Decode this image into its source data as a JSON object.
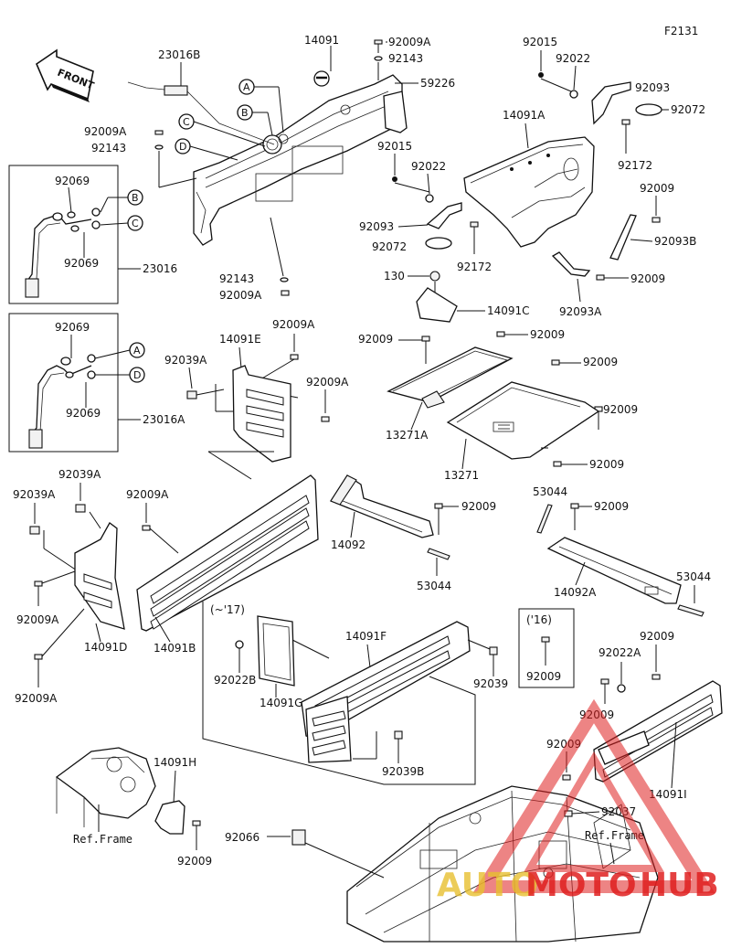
{
  "diagram": {
    "code": "F2131",
    "front_label": "FRONT",
    "ref_frame_label": "Ref.Frame",
    "box_labels": {
      "pre17": "(~'17)",
      "y16": "('16)"
    },
    "callouts": [
      "A",
      "B",
      "C",
      "D"
    ],
    "parts": {
      "p14091": "14091",
      "p23016B": "23016B",
      "p92009A": "92009A",
      "p92143": "92143",
      "p59226": "59226",
      "p92015": "92015",
      "p92022": "92022",
      "p92093": "92093",
      "p92072": "92072",
      "p14091A": "14091A",
      "p92172": "92172",
      "p92009": "92009",
      "p92093B": "92093B",
      "p92093A": "92093A",
      "p130": "130",
      "p14091C": "14091C",
      "p92069": "92069",
      "p23016": "23016",
      "p23016A": "23016A",
      "p14091E": "14091E",
      "p92039A": "92039A",
      "p13271A": "13271A",
      "p13271": "13271",
      "p53044": "53044",
      "p14092": "14092",
      "p14092A": "14092A",
      "p14091D": "14091D",
      "p14091B": "14091B",
      "p14091F": "14091F",
      "p92039": "92039",
      "p92022B": "92022B",
      "p14091G": "14091G",
      "p92039B": "92039B",
      "p92022A": "92022A",
      "p14091H": "14091H",
      "p14091I": "14091I",
      "p92037": "92037",
      "p92066": "92066"
    },
    "watermark": {
      "text_a": "AUTO",
      "text_b": "MOTO",
      "text_c": "HUB",
      "color": "#e02020"
    }
  }
}
